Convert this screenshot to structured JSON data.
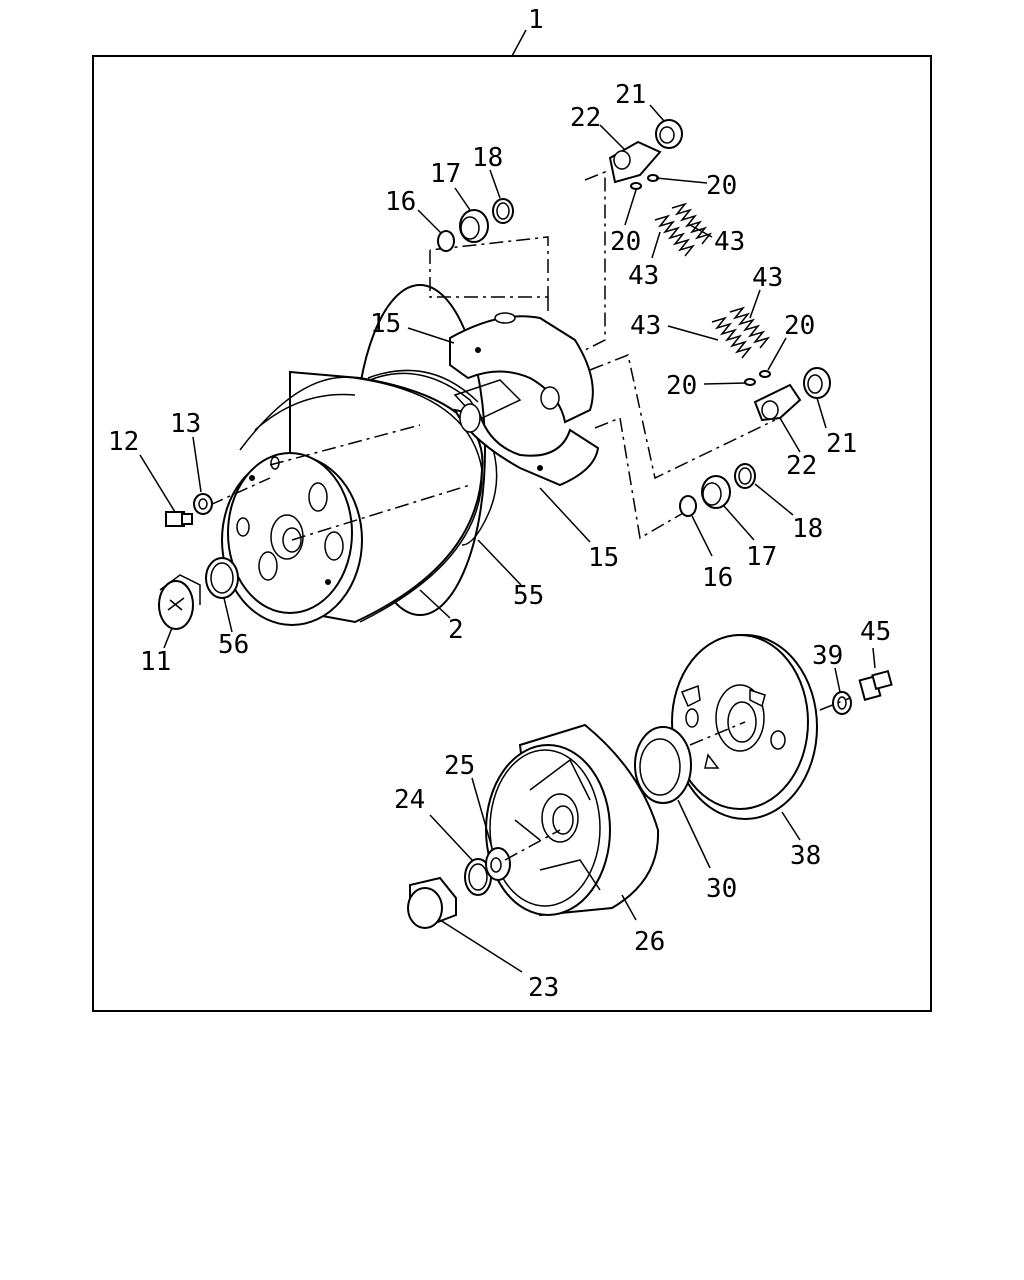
{
  "diagram": {
    "assembly_label": "1",
    "callouts": {
      "p2": "2",
      "p11": "11",
      "p12": "12",
      "p13": "13",
      "p15a": "15",
      "p15b": "15",
      "p16a": "16",
      "p16b": "16",
      "p17a": "17",
      "p17b": "17",
      "p18a": "18",
      "p18b": "18",
      "p20a": "20",
      "p20b": "20",
      "p20c": "20",
      "p20d": "20",
      "p21a": "21",
      "p21b": "21",
      "p22a": "22",
      "p22b": "22",
      "p23": "23",
      "p24": "24",
      "p25": "25",
      "p26": "26",
      "p30": "30",
      "p38": "38",
      "p39": "39",
      "p43a": "43",
      "p43b": "43",
      "p43c": "43",
      "p43d": "43",
      "p45": "45",
      "p55": "55",
      "p56": "56"
    }
  }
}
